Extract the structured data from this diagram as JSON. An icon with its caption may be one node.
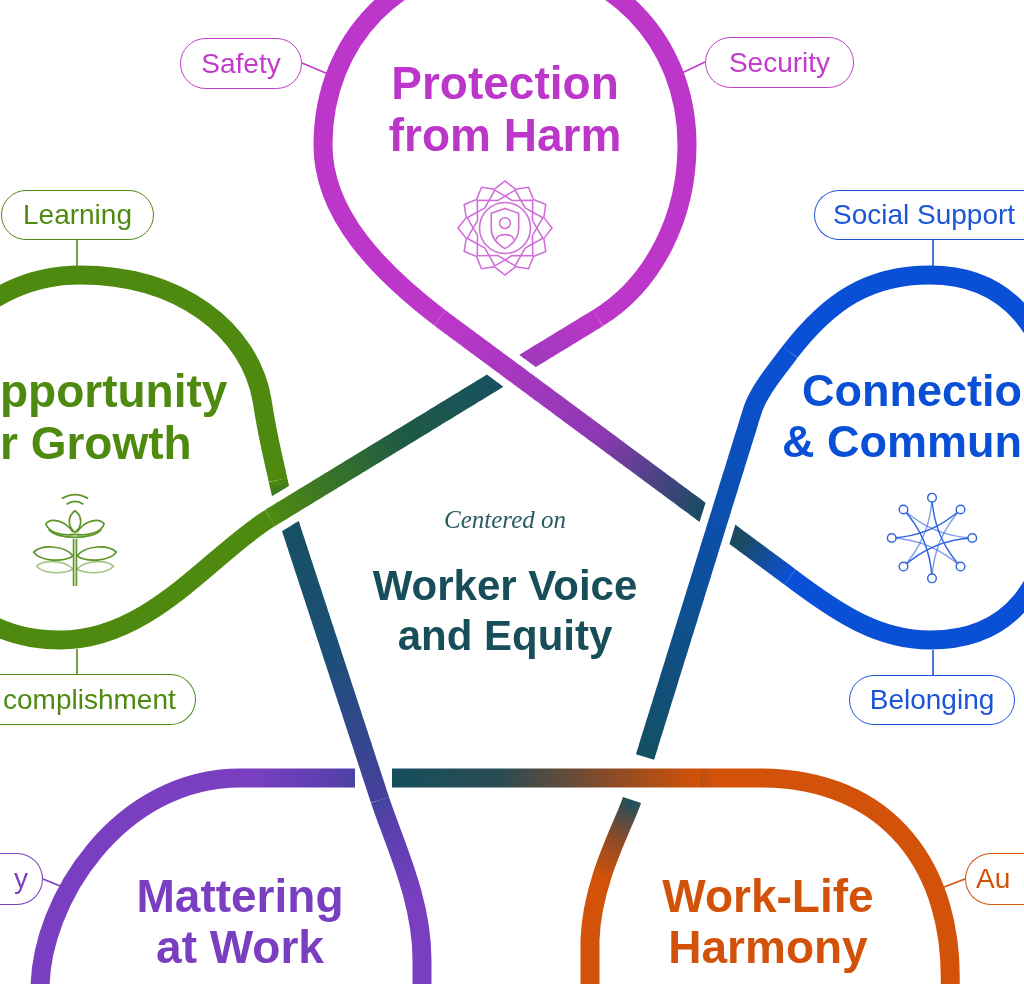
{
  "diagram": {
    "nodes": [
      {
        "text": [
          "Safety"
        ]
      },
      {
        "text": [
          "Protection from Harm"
        ]
      },
      {
        "text": [
          "Security"
        ]
      },
      {
        "text": [
          "Learning"
        ]
      },
      {
        "text": [
          "Social Support"
        ]
      },
      {
        "text": [
          "pportunity r Growth"
        ]
      },
      {
        "text": [
          "Connectio & Commun"
        ]
      },
      {
        "text": [
          "complishment"
        ]
      },
      {
        "text": [
          "Belonging"
        ]
      },
      {
        "text": [
          "y"
        ]
      },
      {
        "text": [
          "Mattering at Work"
        ]
      },
      {
        "text": [
          "Au"
        ]
      },
      {
        "text": [
          "Work-Life Harmony"
        ]
      }
    ],
    "edges": [
      {
        "from": 0,
        "to": 1,
        "arrow": "none"
      },
      {
        "from": 2,
        "to": 1,
        "arrow": "none"
      },
      {
        "from": 3,
        "to": 5,
        "arrow": "none",
        "color": "#4f8a10"
      },
      {
        "from": 4,
        "to": 6,
        "arrow": "none",
        "color": "#1c55d8"
      },
      {
        "from": 7,
        "to": 5,
        "arrow": "none",
        "color": "#4f8a10"
      },
      {
        "from": 8,
        "to": 6,
        "arrow": "none",
        "color": "#1c55d8"
      },
      {
        "from": 9,
        "to": 10,
        "arrow": "none"
      },
      {
        "from": 11,
        "to": 12,
        "arrow": "none",
        "color": "#d35209"
      },
      {
        "from": 1,
        "to": 6,
        "arrow": "none",
        "style": "thick"
      },
      {
        "from": 1,
        "to": 5,
        "arrow": "none",
        "style": "thick"
      },
      {
        "from": 5,
        "to": 10,
        "arrow": "none",
        "style": "thick"
      },
      {
        "from": 6,
        "to": 12,
        "arrow": "none",
        "style": "thick"
      },
      {
        "from": 10,
        "to": 12,
        "arrow": "none",
        "style": "thick"
      }
    ],
    "labels": [
      "Centered on",
      "Worker Voice and Equity"
    ]
  }
}
